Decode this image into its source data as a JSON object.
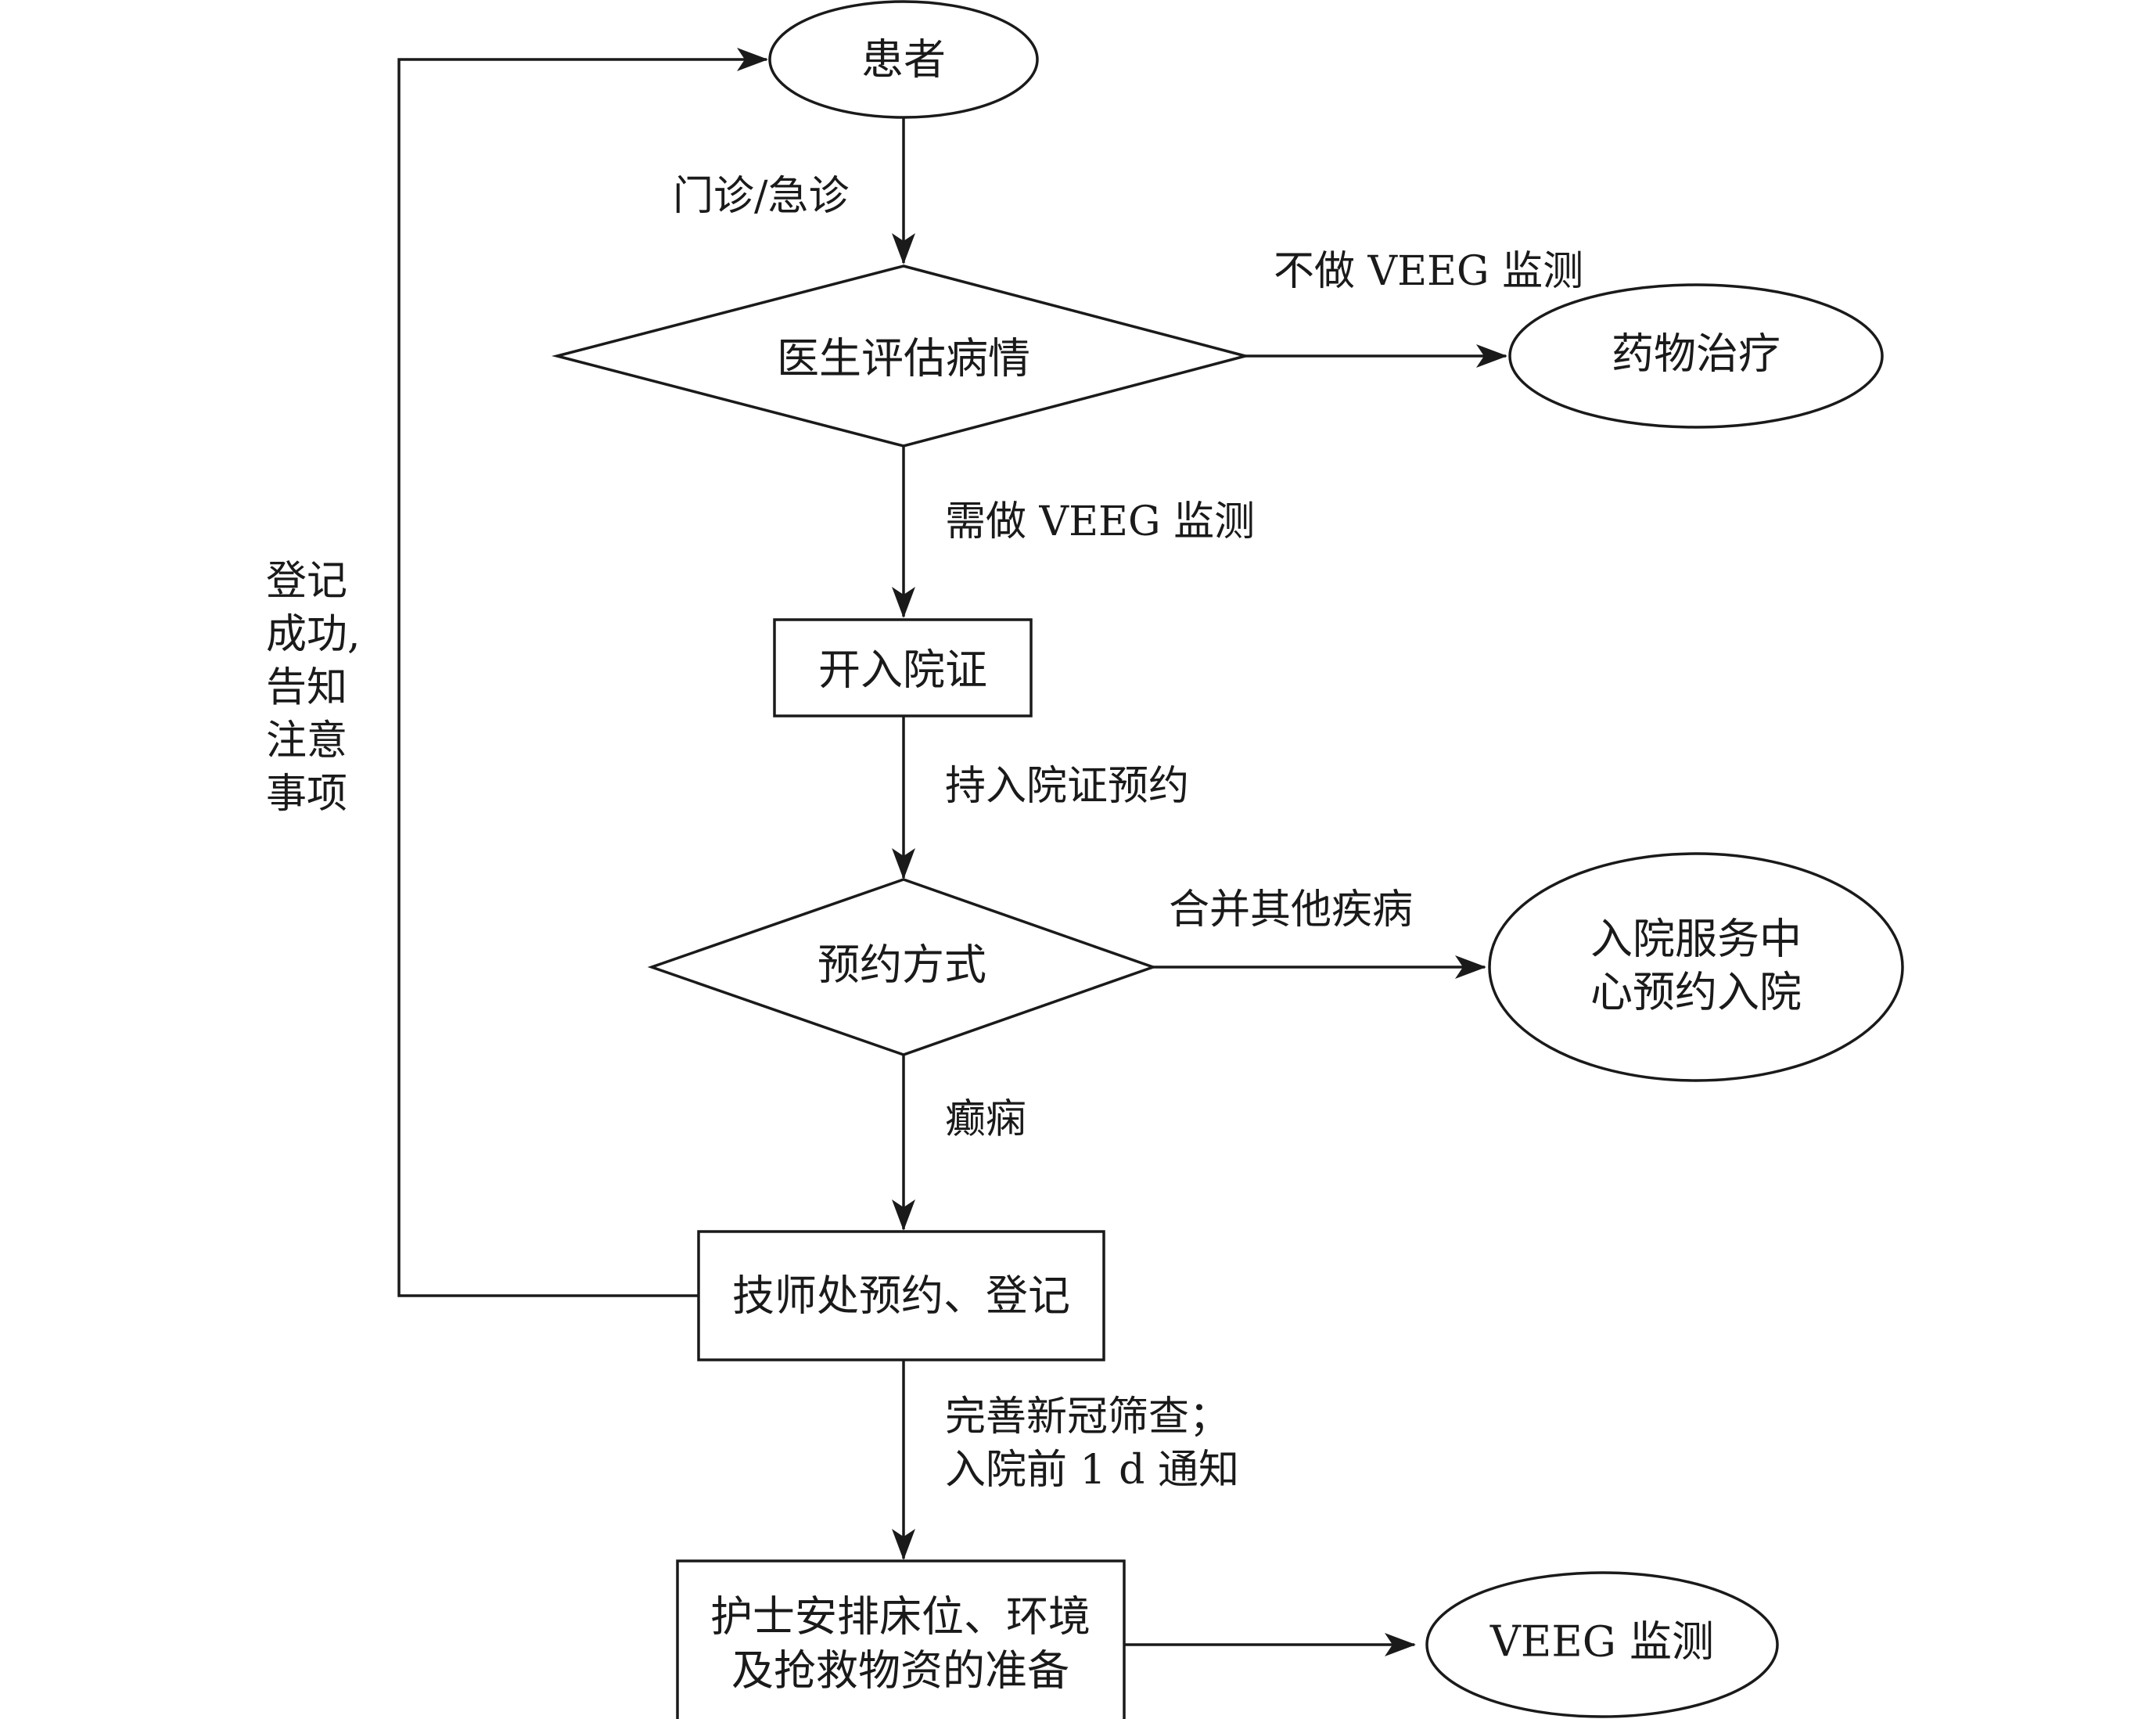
{
  "nodes": {
    "patient": "患者",
    "assess": "医生评估病情",
    "drug": "药物治疗",
    "admission_cert": "开入院证",
    "booking_method": "预约方式",
    "service_center": [
      "入院服务中",
      "心预约入院"
    ],
    "technician": "技师处预约、登记",
    "nurse": [
      "护士安排床位、环境",
      "及抢救物资的准备"
    ],
    "veeg": "VEEG 监测"
  },
  "edges": {
    "clinic": "门诊/急诊",
    "no_veeg": "不做 VEEG 监测",
    "need_veeg": "需做 VEEG 监测",
    "hold_cert": "持入院证预约",
    "other_disease": "合并其他疾病",
    "epilepsy": "癫痫",
    "covid": [
      "完善新冠筛查；",
      "入院前 1 d 通知"
    ],
    "registered": [
      "登记",
      "成功,",
      "告知",
      "注意",
      "事项"
    ]
  }
}
